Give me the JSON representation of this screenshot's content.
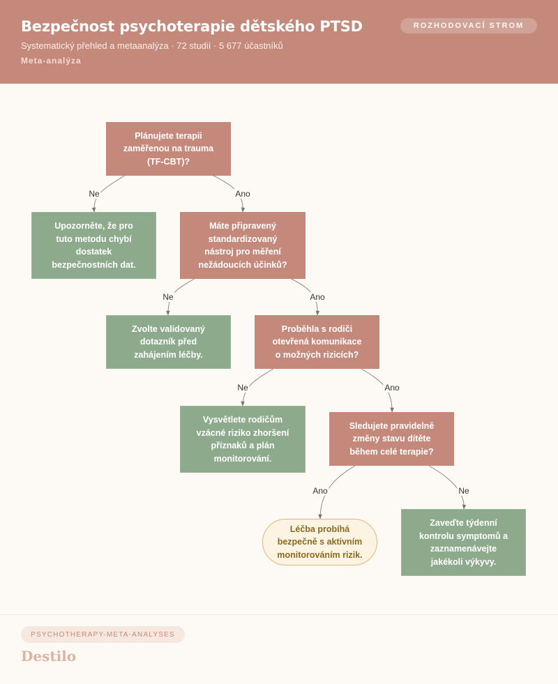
{
  "header": {
    "title": "Bezpečnost psychoterapie dětského PTSD",
    "subtitle": "Systematický přehled a metaanalýza · 72 studií · 5 677 účastníků",
    "tag": "Meta-analýza",
    "badge": "ROZHODOVACÍ STROM"
  },
  "colors": {
    "header": "#c4897b",
    "question": "#c4897b",
    "action": "#8dab8c",
    "outcome_fill": "#fdf3e3",
    "outcome_border": "#dfb777"
  },
  "nodes": {
    "q1": "Plánujete terapii zaměřenou na trauma (TF-CBT)?",
    "a1": "Upozorněte, že pro tuto metodu chybí dostatek bezpečnostních dat.",
    "q2": "Máte připravený standardizovaný nástroj pro měření nežádoucích účinků?",
    "a2": "Zvolte validovaný dotazník před zahájením léčby.",
    "q3": "Proběhla s rodiči otevřená komunikace o možných rizicích?",
    "a3": "Vysvětlete rodičům vzácné riziko zhoršení příznaků a plán monitorování.",
    "q4": "Sledujete pravidelně změny stavu dítěte během celé terapie?",
    "end": "Léčba probíhá bezpečně s aktivním monitorováním rizik.",
    "a4": "Zaveďte týdenní kontrolu symptomů a zaznamenávejte jakékoli výkyvy."
  },
  "edges": {
    "q1_no": "Ne",
    "q1_yes": "Ano",
    "q2_no": "Ne",
    "q2_yes": "Ano",
    "q3_no": "Ne",
    "q3_yes": "Ano",
    "q4_yes": "Ano",
    "q4_no": "Ne"
  },
  "footer": {
    "tag": "PSYCHOTHERAPY-META-ANALYSES",
    "brand": "Destilo"
  }
}
